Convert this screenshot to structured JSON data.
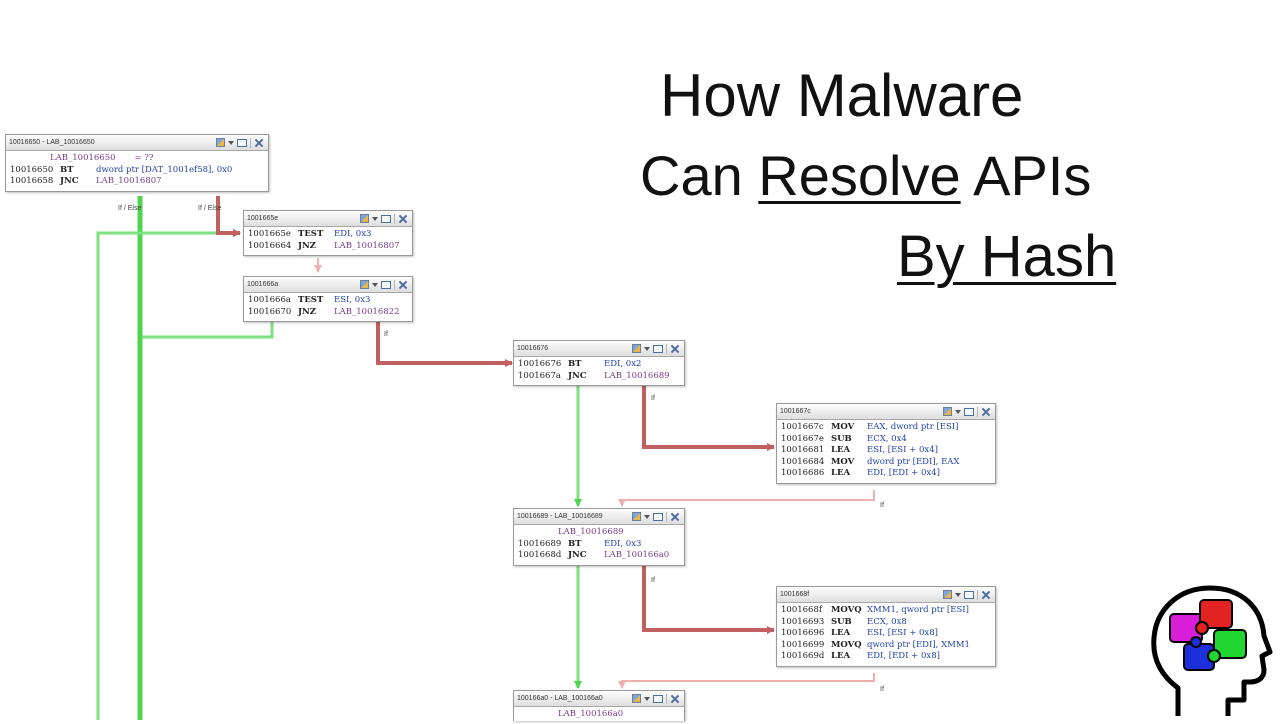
{
  "title": {
    "line1": "How Malware",
    "line2_prefix": "Can ",
    "line2_underlined": "Resolve",
    "line2_suffix": " APIs",
    "line3_underlined": "By Hash"
  },
  "nodes": [
    {
      "header": "10016650 - LAB_10016650",
      "label": "LAB_10016650       = ??",
      "lines": [
        {
          "addr": "10016650",
          "mn": "BT",
          "op": "dword ptr [DAT_1001ef58], 0x0"
        },
        {
          "addr": "10016658",
          "mn": "JNC",
          "op": "LAB_10016807"
        }
      ]
    },
    {
      "header": "1001665e",
      "lines": [
        {
          "addr": "1001665e",
          "mn": "TEST",
          "op": "EDI, 0x3"
        },
        {
          "addr": "10016664",
          "mn": "JNZ",
          "op": "LAB_10016807"
        }
      ]
    },
    {
      "header": "1001666a",
      "lines": [
        {
          "addr": "1001666a",
          "mn": "TEST",
          "op": "ESI, 0x3"
        },
        {
          "addr": "10016670",
          "mn": "JNZ",
          "op": "LAB_10016822"
        }
      ]
    },
    {
      "header": "10016676",
      "lines": [
        {
          "addr": "10016676",
          "mn": "BT",
          "op": "EDI, 0x2"
        },
        {
          "addr": "1001667a",
          "mn": "JNC",
          "op": "LAB_10016689"
        }
      ]
    },
    {
      "header": "1001667c",
      "lines": [
        {
          "addr": "1001667c",
          "mn": "MOV",
          "op": "EAX, dword ptr [ESI]"
        },
        {
          "addr": "1001667e",
          "mn": "SUB",
          "op": "ECX, 0x4"
        },
        {
          "addr": "10016681",
          "mn": "LEA",
          "op": "ESI, [ESI + 0x4]"
        },
        {
          "addr": "10016684",
          "mn": "MOV",
          "op": "dword ptr [EDI], EAX"
        },
        {
          "addr": "10016686",
          "mn": "LEA",
          "op": "EDI, [EDI + 0x4]"
        }
      ]
    },
    {
      "header": "10016689 - LAB_10016689",
      "label": "LAB_10016689",
      "lines": [
        {
          "addr": "10016689",
          "mn": "BT",
          "op": "EDI, 0x3"
        },
        {
          "addr": "1001668d",
          "mn": "JNC",
          "op": "LAB_100166a0"
        }
      ]
    },
    {
      "header": "1001668f",
      "lines": [
        {
          "addr": "1001668f",
          "mn": "MOVQ",
          "op": "XMM1, qword ptr [ESI]"
        },
        {
          "addr": "10016693",
          "mn": "SUB",
          "op": "ECX, 0x8"
        },
        {
          "addr": "10016696",
          "mn": "LEA",
          "op": "ESI, [ESI + 0x8]"
        },
        {
          "addr": "10016699",
          "mn": "MOVQ",
          "op": "qword ptr [EDI], XMM1"
        },
        {
          "addr": "1001669d",
          "mn": "LEA",
          "op": "EDI, [EDI + 0x8]"
        }
      ]
    },
    {
      "header": "100166a0 - LAB_100166a0",
      "label": "LAB_100166a0",
      "lines": []
    }
  ],
  "edge_labels": [
    "If / Else",
    "If / Else",
    "If",
    "If",
    "If",
    "If",
    "If"
  ],
  "colors": {
    "taken": "#4fd44f",
    "fallthrough": "#c06060",
    "fallthrough_light": "#f0b0b0"
  }
}
